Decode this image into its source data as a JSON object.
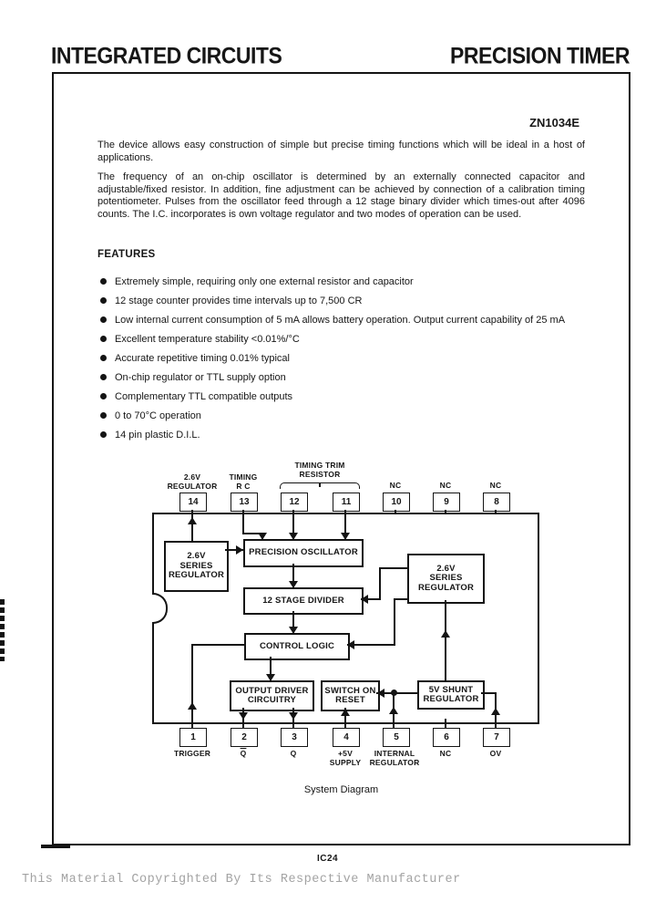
{
  "header": {
    "left": "INTEGRATED CIRCUITS",
    "right": "PRECISION TIMER"
  },
  "part_number": "ZN1034E",
  "paragraphs": [
    "The device allows easy construction of simple but precise timing functions which will be ideal in a host of applications.",
    "The frequency of an on-chip oscillator is determined by an externally connected capacitor and adjustable/fixed resistor. In addition, fine adjustment can be achieved by connection of a calibration timing potentiometer.  Pulses from the oscillator feed through a 12 stage binary divider which times-out after 4096 counts. The I.C. incorporates is own voltage regulator and two modes of operation can be used."
  ],
  "features": {
    "heading": "FEATURES",
    "items": [
      "Extremely simple, requiring only one external resistor and capacitor",
      "12 stage counter provides time intervals up to 7,500 CR",
      "Low internal current consumption of 5 mA allows battery operation. Output current capability of 25 mA",
      "Excellent temperature stability <0.01%/°C",
      "Accurate repetitive timing 0.01% typical",
      "On-chip regulator or TTL supply option",
      "Complementary TTL compatible outputs",
      "0 to 70°C operation",
      "14 pin plastic D.I.L."
    ]
  },
  "diagram": {
    "trim_label_lines": [
      "TIMING TRIM",
      "RESISTOR"
    ],
    "top_pins": [
      {
        "number": "14",
        "label_lines": [
          "2.6V",
          "REGULATOR"
        ]
      },
      {
        "number": "13",
        "label_lines": [
          "TIMING",
          "R C"
        ]
      },
      {
        "number": "12",
        "label_lines": []
      },
      {
        "number": "11",
        "label_lines": []
      },
      {
        "number": "10",
        "label_lines": [
          "NC"
        ]
      },
      {
        "number": "9",
        "label_lines": [
          "NC"
        ]
      },
      {
        "number": "8",
        "label_lines": [
          "NC"
        ]
      }
    ],
    "blocks": {
      "reg_left_lines": [
        "2.6V",
        "SERIES",
        "REGULATOR"
      ],
      "oscillator": "PRECISION  OSCILLATOR",
      "divider": "12 STAGE  DIVIDER",
      "reg_right_lines": [
        "2.6V",
        "SERIES",
        "REGULATOR"
      ],
      "control": "CONTROL  LOGIC",
      "output_driver_lines": [
        "OUTPUT  DRIVER",
        "CIRCUITRY"
      ],
      "switch_on_reset_lines": [
        "SWITCH  ON",
        "RESET"
      ],
      "shunt_lines": [
        "5V SHUNT",
        "REGULATOR"
      ]
    },
    "bottom_pins": [
      {
        "number": "1",
        "label_lines": [
          "TRIGGER"
        ]
      },
      {
        "number": "2",
        "label_lines": [
          "Q"
        ],
        "overline": true
      },
      {
        "number": "3",
        "label_lines": [
          "Q"
        ]
      },
      {
        "number": "4",
        "label_lines": [
          "+5V",
          "SUPPLY"
        ]
      },
      {
        "number": "5",
        "label_lines": [
          "INTERNAL",
          "REGULATOR"
        ]
      },
      {
        "number": "6",
        "label_lines": [
          "NC"
        ]
      },
      {
        "number": "7",
        "label_lines": [
          "OV"
        ]
      }
    ],
    "caption": "System Diagram"
  },
  "footer": {
    "page_code": "IC24",
    "copyright": "This Material Copyrighted By Its Respective Manufacturer"
  },
  "colors": {
    "ink": "#141414",
    "faded_text": "#a3a3a3",
    "paper": "#ffffff"
  }
}
